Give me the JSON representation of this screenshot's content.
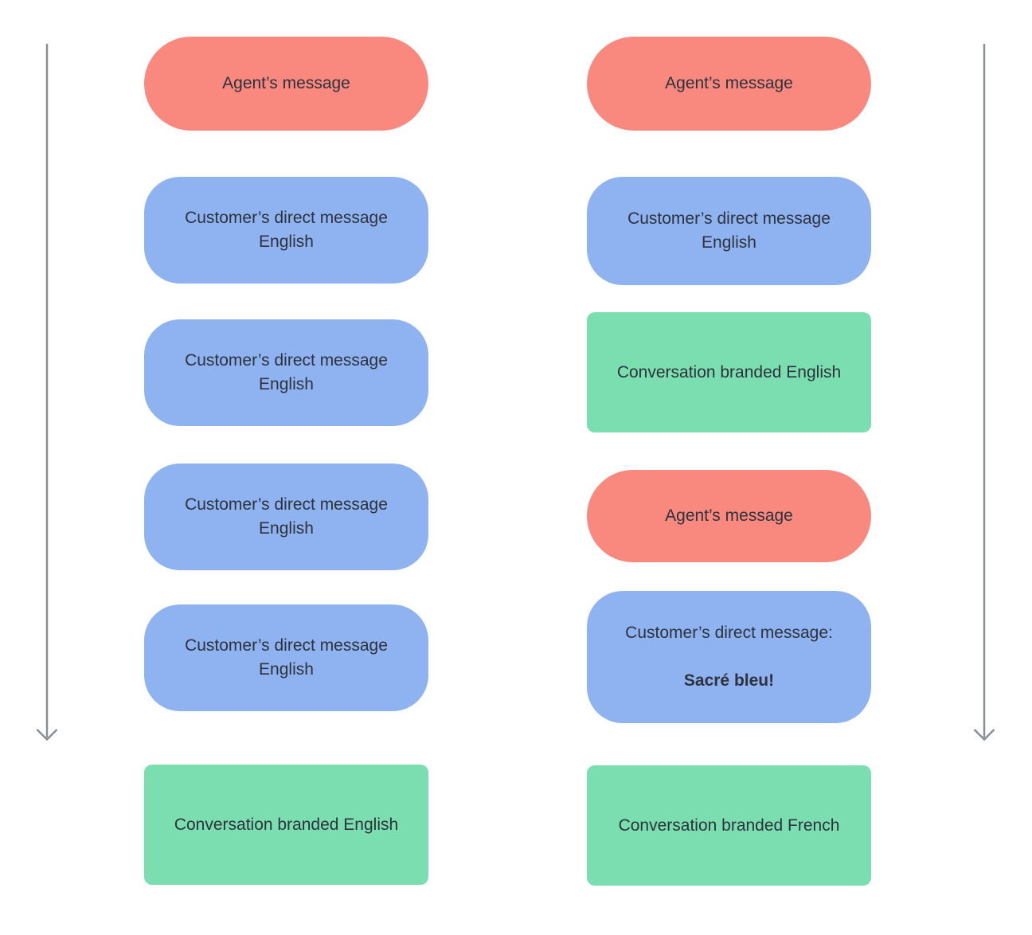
{
  "colors": {
    "agent_bubble": "#F9897F",
    "customer_bubble": "#8FB3F0",
    "branded_bubble": "#7BDEB1",
    "arrow": "#878D96",
    "text": "#2D323C",
    "background": "#FFFFFF"
  },
  "arrows": {
    "left": {
      "direction": "down"
    },
    "right": {
      "direction": "down"
    }
  },
  "columns": {
    "left": {
      "items": [
        {
          "type": "agent",
          "lines": [
            "Agent’s message"
          ]
        },
        {
          "type": "customer",
          "lines": [
            "Customer’s direct message",
            "English"
          ]
        },
        {
          "type": "customer",
          "lines": [
            "Customer’s direct message",
            "English"
          ]
        },
        {
          "type": "customer",
          "lines": [
            "Customer’s direct message",
            "English"
          ]
        },
        {
          "type": "customer",
          "lines": [
            "Customer’s direct message",
            "English"
          ]
        },
        {
          "type": "branded",
          "lines": [
            "Conversation branded English"
          ]
        }
      ]
    },
    "right": {
      "items": [
        {
          "type": "agent",
          "lines": [
            "Agent’s message"
          ]
        },
        {
          "type": "customer",
          "lines": [
            "Customer’s direct message",
            "English"
          ]
        },
        {
          "type": "branded",
          "lines": [
            "Conversation branded English"
          ]
        },
        {
          "type": "agent",
          "lines": [
            "Agent’s message"
          ]
        },
        {
          "type": "customer",
          "lines": [
            "Customer’s direct message:",
            "",
            "Sacré bleu!"
          ],
          "emphasis_line": "Sacré bleu!"
        },
        {
          "type": "branded",
          "lines": [
            "Conversation branded French"
          ]
        }
      ]
    }
  }
}
